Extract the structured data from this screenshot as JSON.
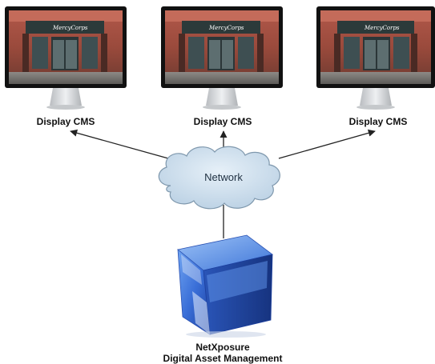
{
  "monitors": [
    {
      "label": "Display CMS",
      "sign_text": "MercyCorps"
    },
    {
      "label": "Display CMS",
      "sign_text": "MercyCorps"
    },
    {
      "label": "Display CMS",
      "sign_text": "MercyCorps"
    }
  ],
  "network": {
    "label": "Network"
  },
  "server": {
    "title": "NetXposure",
    "subtitle": "Digital Asset Management"
  },
  "colors": {
    "cloud_fill": "#c9dcec",
    "cloud_stroke": "#7f98ad",
    "cube_blue": "#2d5fd0",
    "arrow": "#222222",
    "screen_bezel": "#111111",
    "stand": "#d7d9dc"
  }
}
